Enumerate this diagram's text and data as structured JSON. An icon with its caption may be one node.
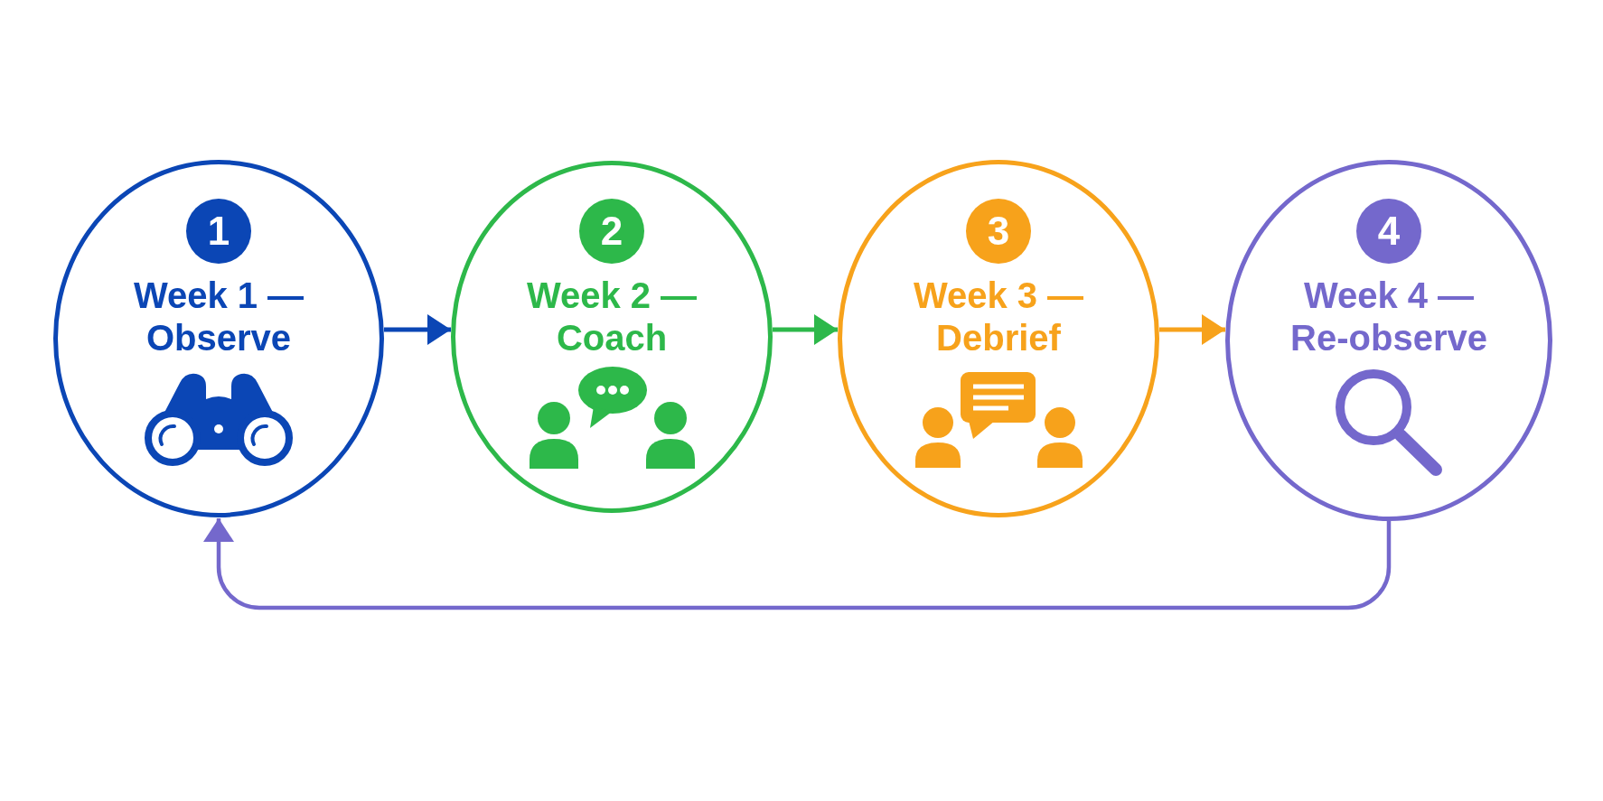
{
  "diagram": {
    "nodes": [
      {
        "text": [
          "1",
          "Week 1 — Observe"
        ]
      },
      {
        "text": [
          "2",
          "Week 2 — Coach"
        ]
      },
      {
        "text": [
          "3",
          "Week 3 — Debrief"
        ]
      },
      {
        "text": [
          "4",
          "Week 4 — Re-observe"
        ]
      }
    ],
    "edges": [
      {
        "from": 0,
        "to": 1,
        "arrow": "to",
        "color": "#0b46b5"
      },
      {
        "from": 1,
        "to": 2,
        "arrow": "to",
        "color": "#2db84a"
      },
      {
        "from": 2,
        "to": 3,
        "arrow": "to",
        "color": "#f7a21b"
      },
      {
        "from": 3,
        "to": 0,
        "arrow": "to",
        "color": "#7468cc"
      }
    ]
  }
}
